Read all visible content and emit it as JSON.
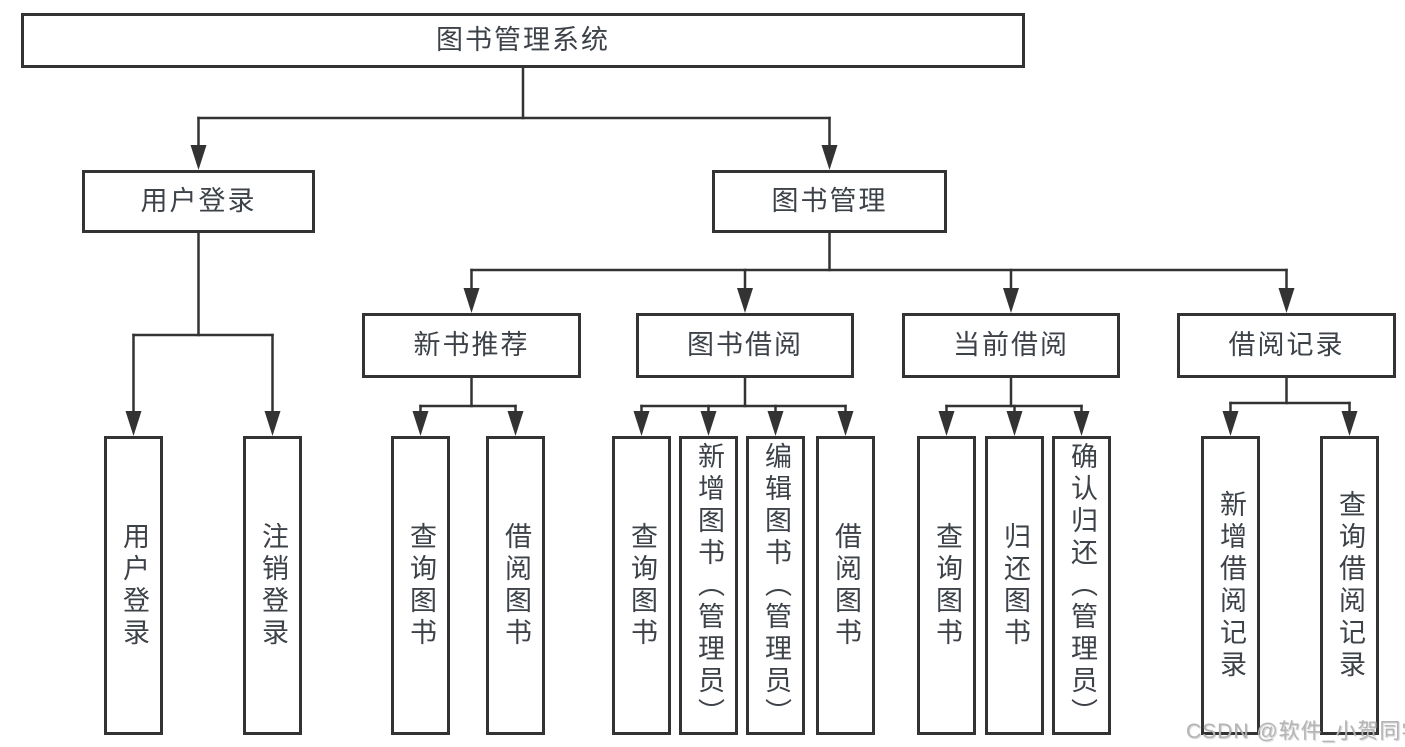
{
  "tree": {
    "label": "图书管理系统",
    "children": [
      {
        "label": "用户登录",
        "children": [
          {
            "label": "用户登录"
          },
          {
            "label": "注销登录"
          }
        ]
      },
      {
        "label": "图书管理",
        "children": [
          {
            "label": "新书推荐",
            "children": [
              {
                "label": "查询图书"
              },
              {
                "label": "借阅图书"
              }
            ]
          },
          {
            "label": "图书借阅",
            "children": [
              {
                "label": "查询图书"
              },
              {
                "label": "新增图书（管理员）"
              },
              {
                "label": "编辑图书（管理员）"
              },
              {
                "label": "借阅图书"
              }
            ]
          },
          {
            "label": "当前借阅",
            "children": [
              {
                "label": "查询图书"
              },
              {
                "label": "归还图书"
              },
              {
                "label": "确认归还（管理员）"
              }
            ]
          },
          {
            "label": "借阅记录",
            "children": [
              {
                "label": "新增借阅记录"
              },
              {
                "label": "查询借阅记录"
              }
            ]
          }
        ]
      }
    ]
  },
  "watermark": {
    "text": "CSDN @软件_小贺同学",
    "color": "#b4b4b4"
  },
  "colors": {
    "background": "#ffffff",
    "box_border": "#333333",
    "connector_line": "#333333",
    "text": "#3d4249",
    "watermark": "#b4b4b4"
  }
}
